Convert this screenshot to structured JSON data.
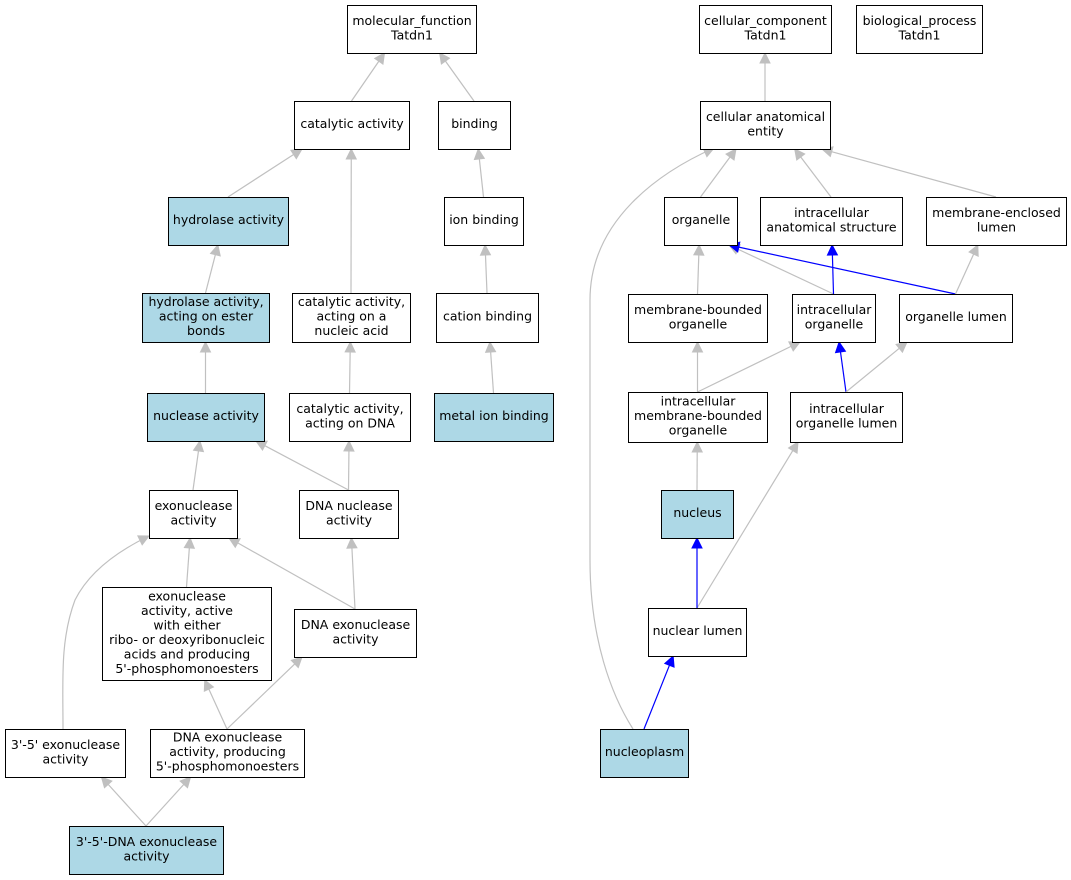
{
  "colors": {
    "highlight_fill": "#add8e6",
    "plain_fill": "#ffffff",
    "edge_gray": "#c0c0c0",
    "edge_blue": "#0000ff",
    "border": "#000000"
  },
  "nodes": [
    {
      "id": "mf",
      "lines": [
        "molecular_function",
        "Tatdn1"
      ],
      "highlight": false
    },
    {
      "id": "catalytic",
      "lines": [
        "catalytic activity"
      ],
      "highlight": false
    },
    {
      "id": "binding",
      "lines": [
        "binding"
      ],
      "highlight": false
    },
    {
      "id": "hydrolase",
      "lines": [
        "hydrolase activity"
      ],
      "highlight": true
    },
    {
      "id": "ionbinding",
      "lines": [
        "ion binding"
      ],
      "highlight": false
    },
    {
      "id": "hydroester",
      "lines": [
        "hydrolase activity,",
        "acting on ester",
        "bonds"
      ],
      "highlight": true
    },
    {
      "id": "catnucleic",
      "lines": [
        "catalytic activity,",
        "acting on a",
        "nucleic acid"
      ],
      "highlight": false
    },
    {
      "id": "cation",
      "lines": [
        "cation binding"
      ],
      "highlight": false
    },
    {
      "id": "nuclease",
      "lines": [
        "nuclease activity"
      ],
      "highlight": true
    },
    {
      "id": "catdna",
      "lines": [
        "catalytic activity,",
        "acting on DNA"
      ],
      "highlight": false
    },
    {
      "id": "metalion",
      "lines": [
        "metal ion binding"
      ],
      "highlight": true
    },
    {
      "id": "exonuclease",
      "lines": [
        "exonuclease",
        "activity"
      ],
      "highlight": false
    },
    {
      "id": "dnanuclease",
      "lines": [
        "DNA nuclease",
        "activity"
      ],
      "highlight": false
    },
    {
      "id": "exoribo",
      "lines": [
        "exonuclease",
        "activity, active",
        "with either",
        "ribo- or deoxyribonucleic",
        "acids and producing",
        "5'-phosphomonoesters"
      ],
      "highlight": false
    },
    {
      "id": "dnaexo",
      "lines": [
        "DNA exonuclease",
        "activity"
      ],
      "highlight": false
    },
    {
      "id": "exo35",
      "lines": [
        "3'-5' exonuclease",
        "activity"
      ],
      "highlight": false
    },
    {
      "id": "dnaexoprod",
      "lines": [
        "DNA exonuclease",
        "activity, producing",
        "5'-phosphomonoesters"
      ],
      "highlight": false
    },
    {
      "id": "dna35",
      "lines": [
        "3'-5'-DNA exonuclease",
        "activity"
      ],
      "highlight": true
    },
    {
      "id": "cc",
      "lines": [
        "cellular_component",
        "Tatdn1"
      ],
      "highlight": false
    },
    {
      "id": "bp",
      "lines": [
        "biological_process",
        "Tatdn1"
      ],
      "highlight": false
    },
    {
      "id": "cae",
      "lines": [
        "cellular anatomical",
        "entity"
      ],
      "highlight": false
    },
    {
      "id": "organelle",
      "lines": [
        "organelle"
      ],
      "highlight": false
    },
    {
      "id": "ias",
      "lines": [
        "intracellular",
        "anatomical structure"
      ],
      "highlight": false
    },
    {
      "id": "mel",
      "lines": [
        "membrane-enclosed",
        "lumen"
      ],
      "highlight": false
    },
    {
      "id": "mbo",
      "lines": [
        "membrane-bounded",
        "organelle"
      ],
      "highlight": false
    },
    {
      "id": "io",
      "lines": [
        "intracellular",
        "organelle"
      ],
      "highlight": false
    },
    {
      "id": "ol",
      "lines": [
        "organelle lumen"
      ],
      "highlight": false
    },
    {
      "id": "imbo",
      "lines": [
        "intracellular",
        "membrane-bounded",
        "organelle"
      ],
      "highlight": false
    },
    {
      "id": "iol",
      "lines": [
        "intracellular",
        "organelle lumen"
      ],
      "highlight": false
    },
    {
      "id": "nucleus",
      "lines": [
        "nucleus"
      ],
      "highlight": true
    },
    {
      "id": "nl",
      "lines": [
        "nuclear lumen"
      ],
      "highlight": false
    },
    {
      "id": "np",
      "lines": [
        "nucleoplasm"
      ],
      "highlight": true
    }
  ],
  "edges": [
    {
      "from": "catalytic",
      "to": "mf",
      "color": "gray"
    },
    {
      "from": "binding",
      "to": "mf",
      "color": "gray"
    },
    {
      "from": "hydrolase",
      "to": "catalytic",
      "color": "gray"
    },
    {
      "from": "catnucleic",
      "to": "catalytic",
      "color": "gray"
    },
    {
      "from": "ionbinding",
      "to": "binding",
      "color": "gray"
    },
    {
      "from": "hydroester",
      "to": "hydrolase",
      "color": "gray"
    },
    {
      "from": "cation",
      "to": "ionbinding",
      "color": "gray"
    },
    {
      "from": "nuclease",
      "to": "hydroester",
      "color": "gray"
    },
    {
      "from": "catdna",
      "to": "catnucleic",
      "color": "gray"
    },
    {
      "from": "metalion",
      "to": "cation",
      "color": "gray"
    },
    {
      "from": "exonuclease",
      "to": "nuclease",
      "color": "gray"
    },
    {
      "from": "dnanuclease",
      "to": "nuclease",
      "color": "gray"
    },
    {
      "from": "dnanuclease",
      "to": "catdna",
      "color": "gray"
    },
    {
      "from": "exoribo",
      "to": "exonuclease",
      "color": "gray"
    },
    {
      "from": "dnaexo",
      "to": "exonuclease",
      "color": "gray"
    },
    {
      "from": "dnaexo",
      "to": "dnanuclease",
      "color": "gray"
    },
    {
      "from": "exo35",
      "to": "exonuclease",
      "color": "gray"
    },
    {
      "from": "dnaexoprod",
      "to": "exoribo",
      "color": "gray"
    },
    {
      "from": "dnaexoprod",
      "to": "dnaexo",
      "color": "gray"
    },
    {
      "from": "dna35",
      "to": "exo35",
      "color": "gray"
    },
    {
      "from": "dna35",
      "to": "dnaexoprod",
      "color": "gray"
    },
    {
      "from": "cae",
      "to": "cc",
      "color": "gray"
    },
    {
      "from": "organelle",
      "to": "cae",
      "color": "gray"
    },
    {
      "from": "ias",
      "to": "cae",
      "color": "gray"
    },
    {
      "from": "mel",
      "to": "cae",
      "color": "gray"
    },
    {
      "from": "np",
      "to": "cae",
      "color": "gray"
    },
    {
      "from": "mbo",
      "to": "organelle",
      "color": "gray"
    },
    {
      "from": "io",
      "to": "organelle",
      "color": "gray"
    },
    {
      "from": "ol",
      "to": "organelle",
      "color": "blue"
    },
    {
      "from": "io",
      "to": "ias",
      "color": "blue"
    },
    {
      "from": "ol",
      "to": "mel",
      "color": "gray"
    },
    {
      "from": "imbo",
      "to": "mbo",
      "color": "gray"
    },
    {
      "from": "imbo",
      "to": "io",
      "color": "gray"
    },
    {
      "from": "iol",
      "to": "io",
      "color": "blue"
    },
    {
      "from": "iol",
      "to": "ol",
      "color": "gray"
    },
    {
      "from": "nucleus",
      "to": "imbo",
      "color": "gray"
    },
    {
      "from": "nl",
      "to": "iol",
      "color": "gray"
    },
    {
      "from": "nl",
      "to": "nucleus",
      "color": "blue"
    },
    {
      "from": "np",
      "to": "nl",
      "color": "blue"
    }
  ]
}
